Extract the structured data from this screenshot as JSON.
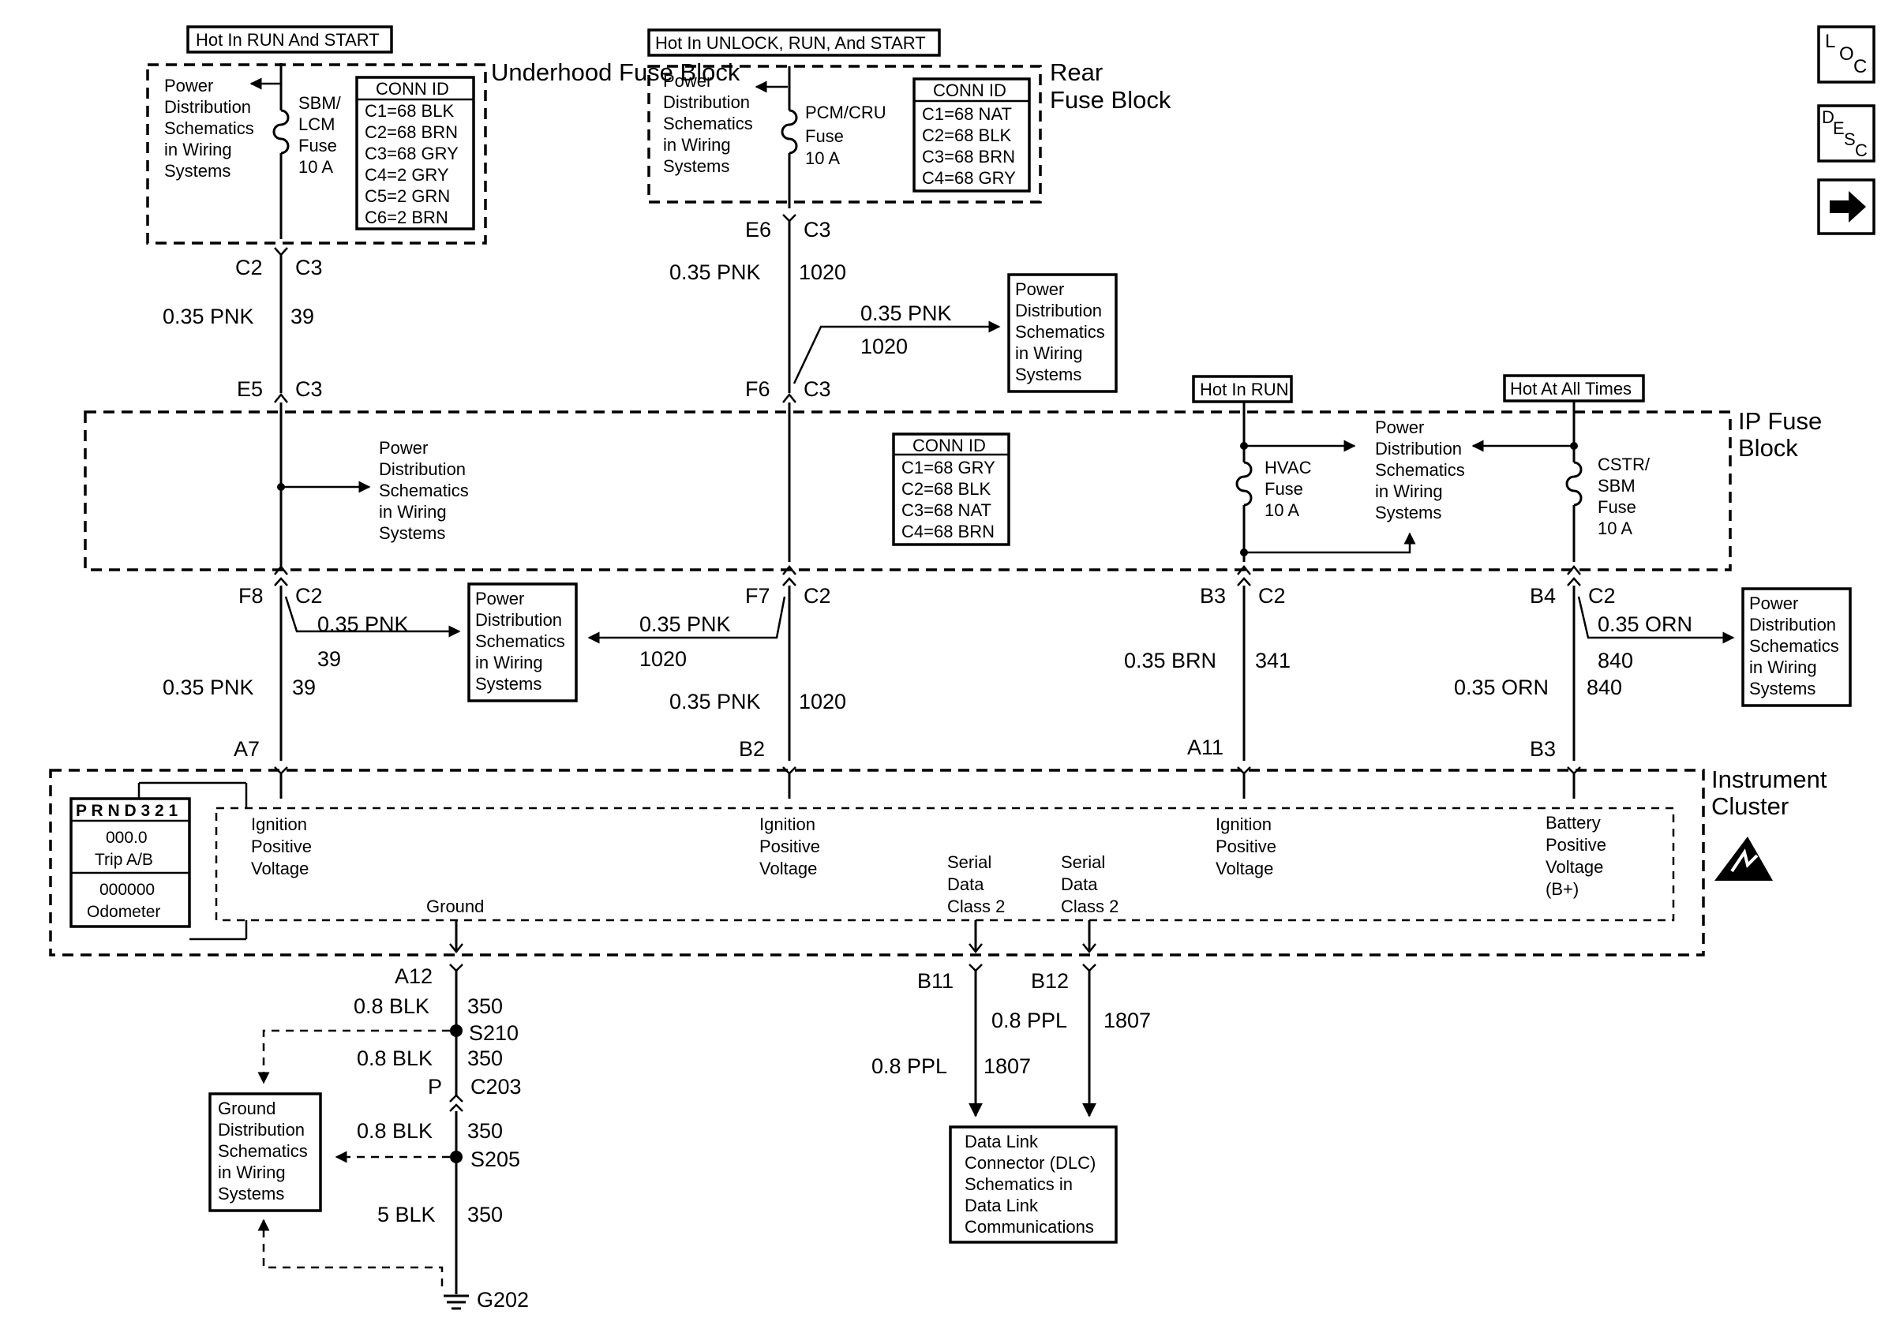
{
  "hot_labels": {
    "underhood": "Hot In RUN And START",
    "rear": "Hot In UNLOCK, RUN, And START",
    "hvac": "Hot In RUN",
    "cstr": "Hot At All Times"
  },
  "blocks": {
    "underhood": "Underhood Fuse Block",
    "rear": "Rear Fuse Block",
    "ip": "IP Fuse Block",
    "cluster": "Instrument Cluster"
  },
  "fuses": {
    "sbm_lcm": [
      "SBM/",
      "LCM",
      "Fuse",
      "10  A"
    ],
    "pcm_cru": [
      "PCM/CRU",
      "Fuse",
      "10 A"
    ],
    "hvac": [
      "HVAC",
      "Fuse",
      "10 A"
    ],
    "cstr_sbm": [
      "CSTR/",
      "SBM",
      "Fuse",
      "10 A"
    ]
  },
  "conn_tables": {
    "underhood": {
      "title": "CONN ID",
      "rows": [
        "C1=68 BLK",
        "C2=68 BRN",
        "C3=68 GRY",
        "C4=2 GRY",
        "C5=2 GRN",
        "C6=2 BRN"
      ]
    },
    "rear": {
      "title": "CONN ID",
      "rows": [
        "C1=68 NAT",
        "C2=68 BLK",
        "C3=68 BRN",
        "C4=68 GRY"
      ]
    },
    "ip": {
      "title": "CONN ID",
      "rows": [
        "C1=68 GRY",
        "C2=68 BLK",
        "C3=68 NAT",
        "C4=68 BRN"
      ]
    }
  },
  "ref_power": [
    "Power",
    "Distribution",
    "Schematics",
    "in Wiring",
    "Systems"
  ],
  "ref_ground": [
    "Ground",
    "Distribution",
    "Schematics",
    "in Wiring",
    "Systems"
  ],
  "ref_dlc": [
    "Data Link",
    "Connector (DLC)",
    "Schematics in",
    "Data Link",
    "Communications"
  ],
  "connectors": {
    "c2": "C2",
    "c3": "C3",
    "e5": "E5",
    "e6": "E6",
    "f6": "F6",
    "f7": "F7",
    "f8": "F8",
    "b3": "B3",
    "b4": "B4",
    "a7": "A7",
    "b2": "B2",
    "a11": "A11",
    "b3b": "B3",
    "a12": "A12",
    "b11": "B11",
    "b12": "B12",
    "p": "P",
    "c203": "C203",
    "s210": "S210",
    "s205": "S205",
    "g202": "G202"
  },
  "wires": {
    "pnk": "0.35 PNK",
    "orn": "0.35 ORN",
    "brn": "0.35 BRN",
    "blk": "0.8 BLK",
    "blk5": "5 BLK",
    "ppl": "0.8 PPL",
    "c39": "39",
    "c1020": "1020",
    "c341": "341",
    "c840": "840",
    "c350": "350",
    "c1807": "1807"
  },
  "cluster": {
    "ign": [
      "Ignition",
      "Positive",
      "Voltage"
    ],
    "batt": [
      "Battery",
      "Positive",
      "Voltage",
      "(B+)"
    ],
    "serial": [
      "Serial",
      "Data",
      "Class 2"
    ],
    "ground": "Ground",
    "prnd": "P R N D 3 2 1",
    "trip_val": "000.0",
    "trip_lbl": "Trip A/B",
    "odo_val": "000000",
    "odo_lbl": "Odometer"
  },
  "nav": {
    "loc": [
      "L",
      "O",
      "C"
    ],
    "desc": [
      "D",
      "E",
      "S",
      "C"
    ],
    "next_icon": "right-arrow-icon"
  },
  "colors": {
    "ink": "#000000",
    "paper": "#ffffff"
  }
}
